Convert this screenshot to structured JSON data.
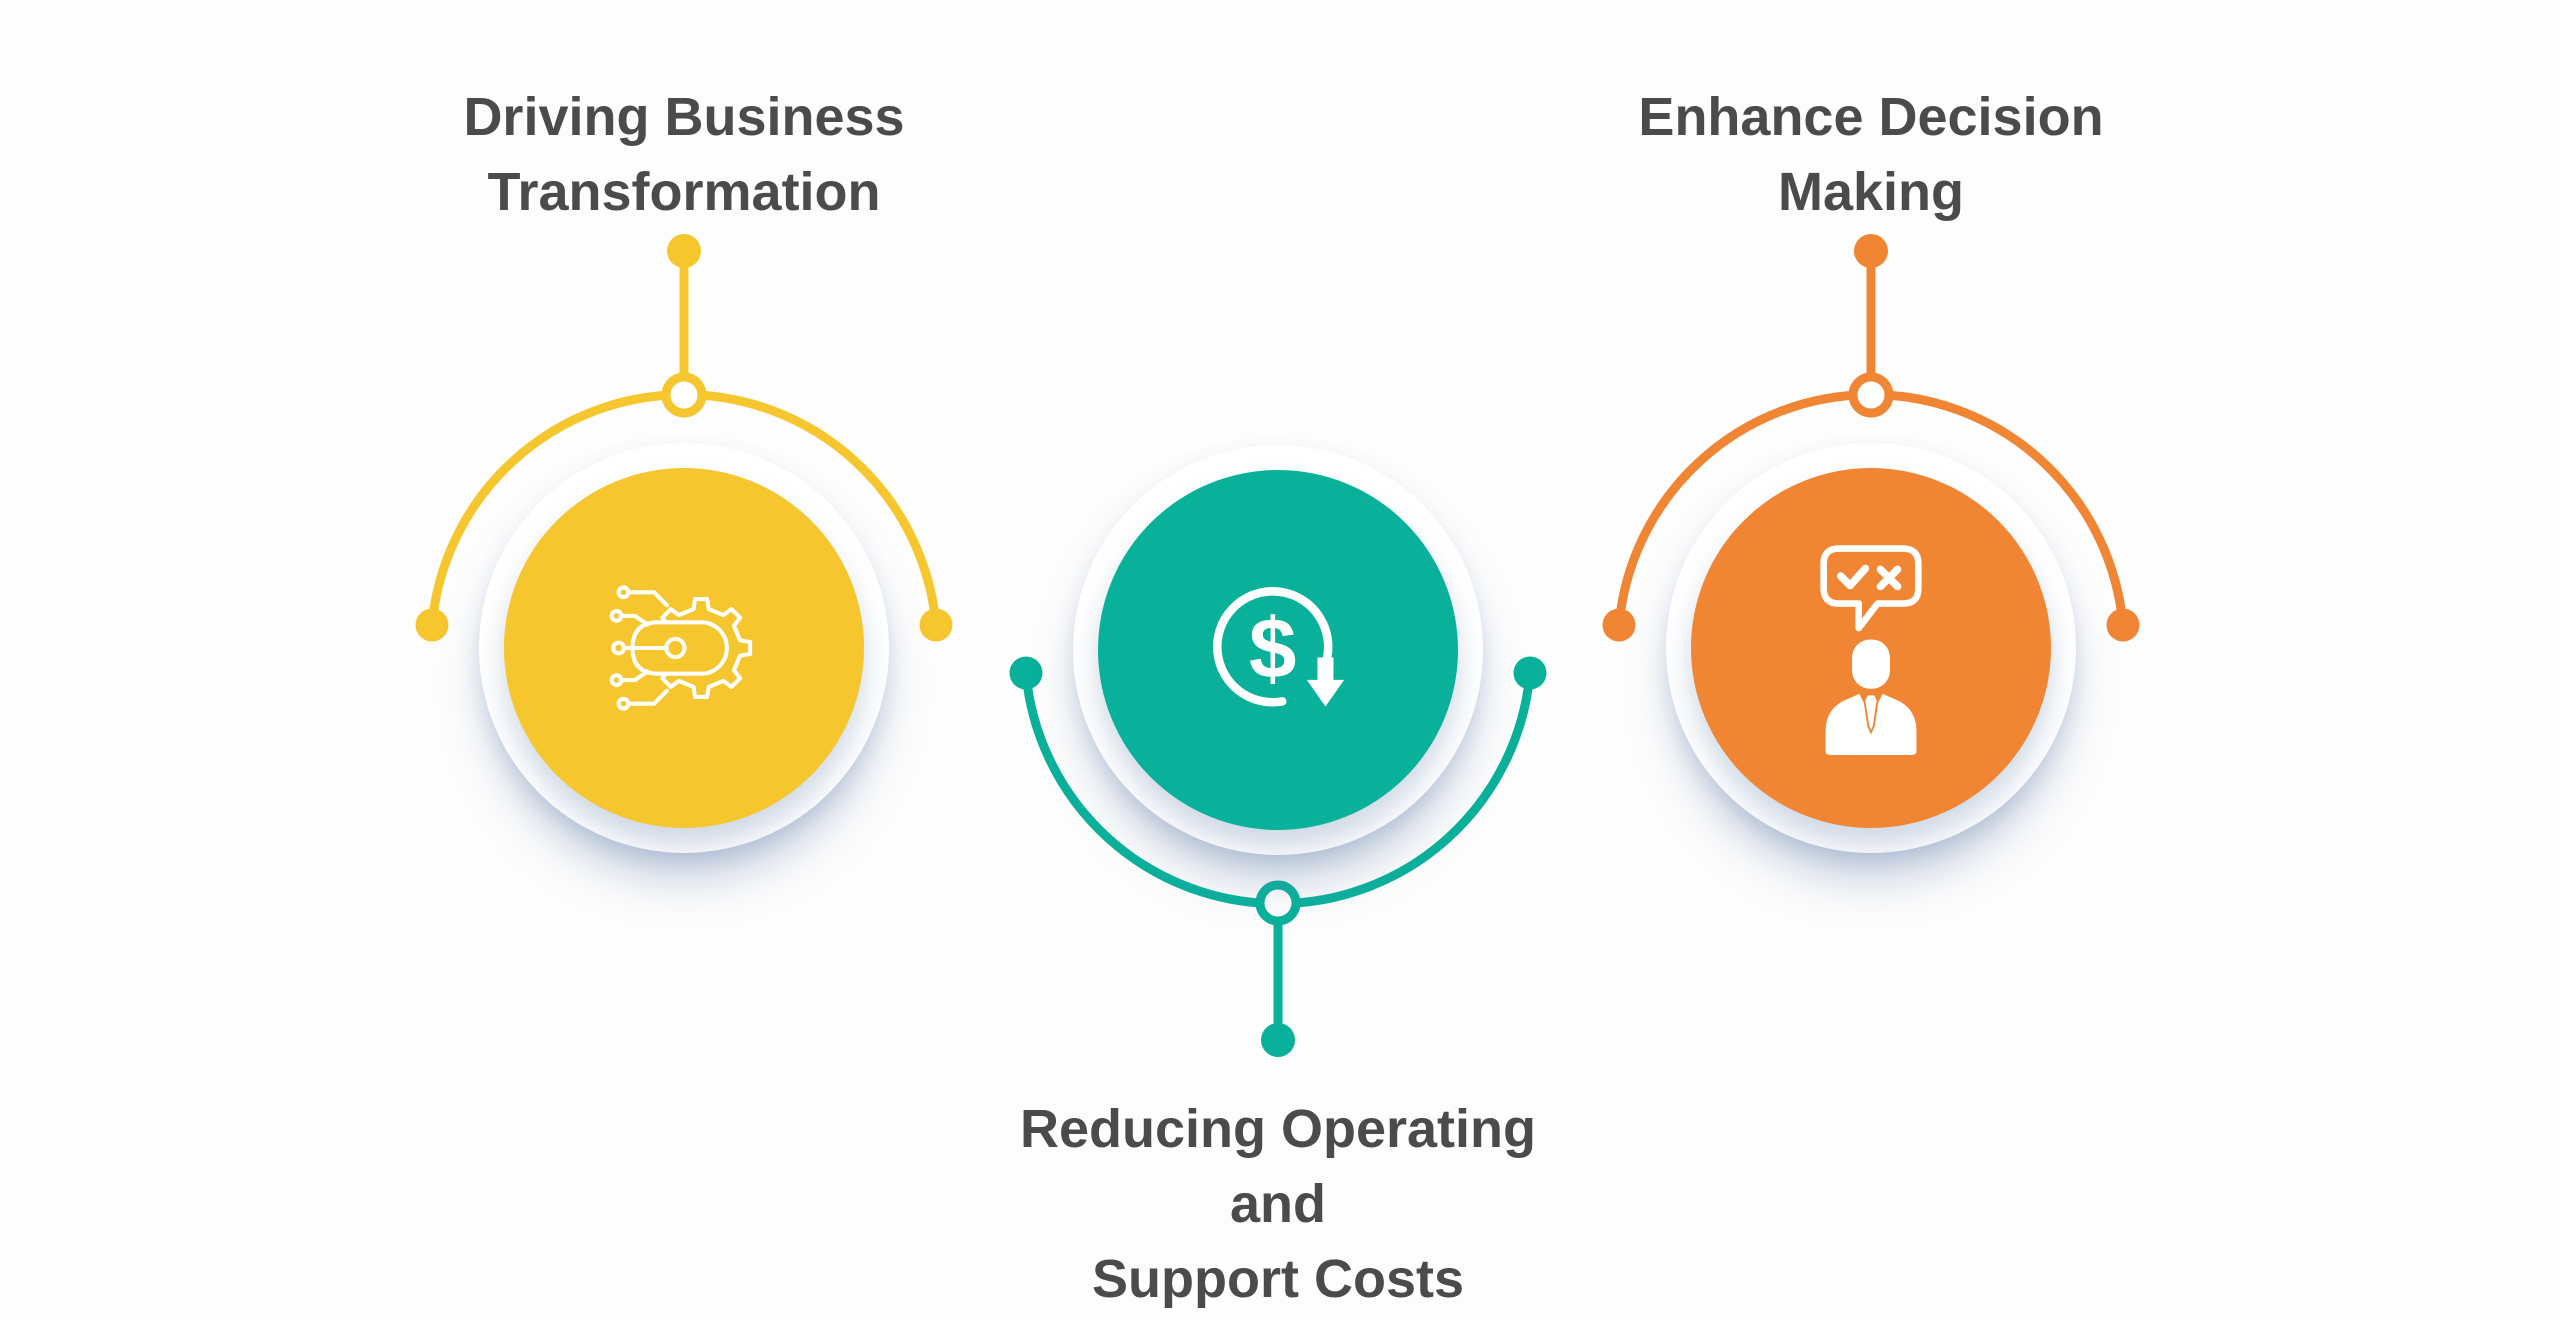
{
  "background_color": "#FDFDFD",
  "title_color": "#4B4B4B",
  "items": [
    {
      "name": "driving-business-transformation",
      "title_line1": "Driving Business",
      "title_line2": "Transformation",
      "accent_color": "#F6C62F",
      "icon": "digital-transformation-gear-icon",
      "label_position": "top"
    },
    {
      "name": "reducing-operating-and-support-costs",
      "title_line1": "Reducing Operating and",
      "title_line2": "Support Costs",
      "accent_color": "#09B19B",
      "icon": "dollar-cost-reduction-icon",
      "label_position": "bottom"
    },
    {
      "name": "enhance-decision-making",
      "title_line1": "Enhance Decision",
      "title_line2": "Making",
      "accent_color": "#F08534",
      "icon": "decision-person-speech-bubble-icon",
      "label_position": "top"
    }
  ]
}
